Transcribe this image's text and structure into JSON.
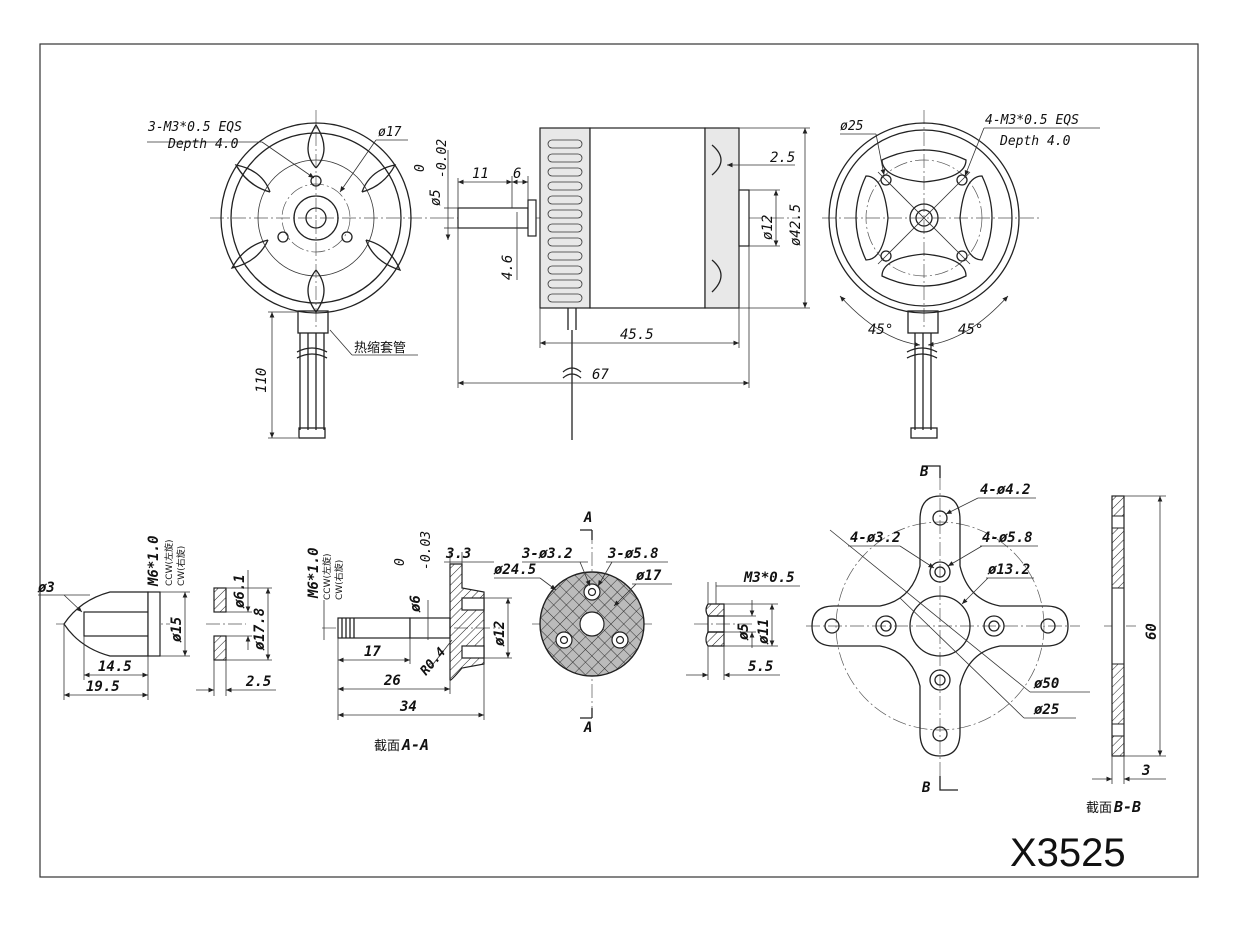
{
  "model": "X3525",
  "front_view": {
    "mount_holes": "3-M3*0.5 EQS",
    "mount_depth": "Depth 4.0",
    "bolt_circle": "ø17",
    "wire_length": "110",
    "sleeve_label": "热缩套管"
  },
  "side_view": {
    "shaft_dia": "ø5",
    "shaft_tol_upper": "0",
    "shaft_tol_lower": "-0.02",
    "shaft_len": "11",
    "collar_len": "6",
    "offset": "4.6",
    "top_gap": "2.5",
    "boss_dia": "ø12",
    "body_dia": "ø42.5",
    "body_len": "45.5",
    "total_len": "67"
  },
  "rear_view": {
    "bolt_circle": "ø25",
    "mount_holes": "4-M3*0.5 EQS",
    "mount_depth": "Depth 4.0",
    "angle_left": "45°",
    "angle_right": "45°"
  },
  "cone": {
    "thread": "M6*1.0",
    "ccw": "CCW(左旋)",
    "cw": "CW(右旋)",
    "tip_dia": "ø3",
    "bore_dia": "ø15",
    "len_inner": "14.5",
    "len_total": "19.5"
  },
  "washer": {
    "inner_dia": "ø6.1",
    "outer_dia": "ø17.8",
    "thickness": "2.5"
  },
  "adapter": {
    "thread": "M6*1.0",
    "ccw": "CCW(左旋)",
    "cw": "CW(右旋)",
    "shaft_dia": "ø6",
    "shaft_tol_upper": "0",
    "shaft_tol_lower": "-0.03",
    "flange_thk": "3.3",
    "boss_dia": "ø12",
    "len_thread": "17",
    "radius": "R0.4",
    "len_shaft": "26",
    "len_total": "34",
    "section_label": "截面",
    "section_name": "A-A"
  },
  "prop_mount": {
    "section_mark": "A",
    "outer_dia": "ø24.5",
    "holes_small": "3-ø3.2",
    "holes_large": "3-ø5.8",
    "bolt_circle": "ø17"
  },
  "nut": {
    "thread": "M3*0.5",
    "inner_dia": "ø5",
    "outer_dia": "ø11",
    "length": "5.5"
  },
  "x_mount": {
    "section_mark": "B",
    "holes_outer": "4-ø4.2",
    "holes_a": "4-ø3.2",
    "holes_b": "4-ø5.8",
    "center_dia": "ø13.2",
    "outer_circle": "ø50",
    "inner_circle": "ø25",
    "height": "60",
    "thickness": "3",
    "section_label": "截面",
    "section_name": "B-B"
  }
}
